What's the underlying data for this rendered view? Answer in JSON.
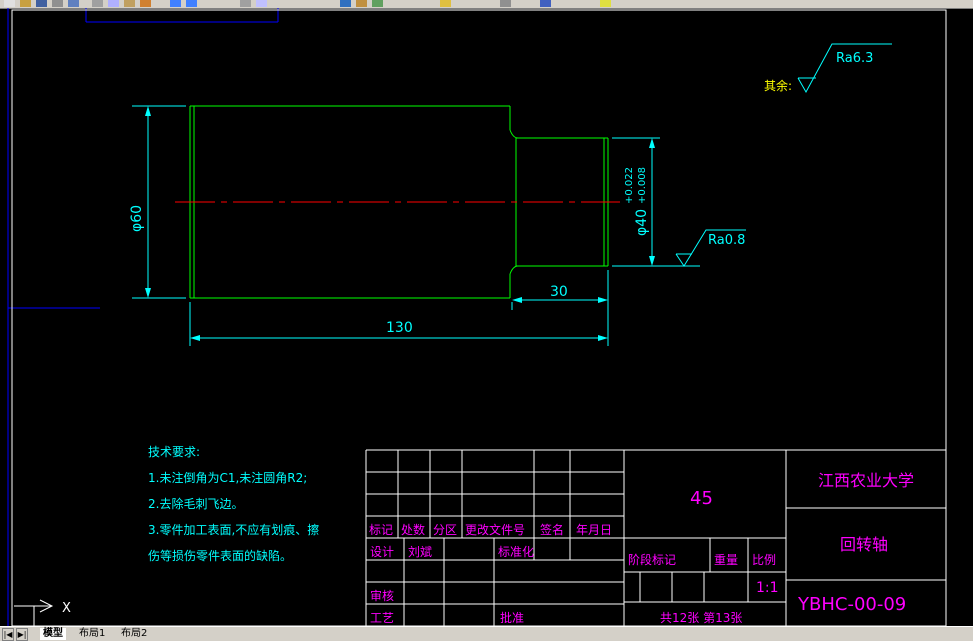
{
  "colors": {
    "background": "#000000",
    "part_outline": "#00ff00",
    "dimension": "#00ffff",
    "centerline": "#ff0000",
    "title_block_text": "#ff00ff",
    "frame_line": "#ffffff",
    "border": "#0000ff",
    "note_text": "#00ffff"
  },
  "drawing": {
    "roughness_general_label": "其余:",
    "roughness_general_value": "Ra6.3",
    "roughness_local_value": "Ra0.8",
    "dim_diameter_large": "φ60",
    "dim_diameter_small": "φ40",
    "dim_tol_upper": "+0.022",
    "dim_tol_lower": "+0.008",
    "dim_length_total": "130",
    "dim_length_shoulder": "30"
  },
  "notes": {
    "title": "技术要求:",
    "line1": "1.未注倒角为C1,未注圆角R2;",
    "line2": "2.去除毛刺飞边。",
    "line3": "3.零件加工表面,不应有划痕、擦",
    "line4": "伤等损伤零件表面的缺陷。"
  },
  "title_block": {
    "h_biaoji": "标记",
    "h_chushu": "处数",
    "h_fenqu": "分区",
    "h_gengai": "更改文件号",
    "h_qianming": "签名",
    "h_nianyueri": "年月日",
    "l_sheji": "设计",
    "v_designer": "刘斌",
    "l_biaozhunhua": "标准化",
    "l_shenhe": "审核",
    "l_gongyi": "工艺",
    "v_approval": "批准",
    "material": "45",
    "l_jieduan": "阶段标记",
    "l_zhongliang": "重量",
    "l_bili": "比例",
    "v_scale": "1:1",
    "v_sheets": "共12张  第13张",
    "school": "江西农业大学",
    "part_name": "回转轴",
    "drawing_no": "YBHC-00-09"
  },
  "ucs": {
    "x_label": "X"
  },
  "statusbar": {
    "tab_model": "模型",
    "tab_layout1": "布局1",
    "tab_layout2": "布局2"
  }
}
